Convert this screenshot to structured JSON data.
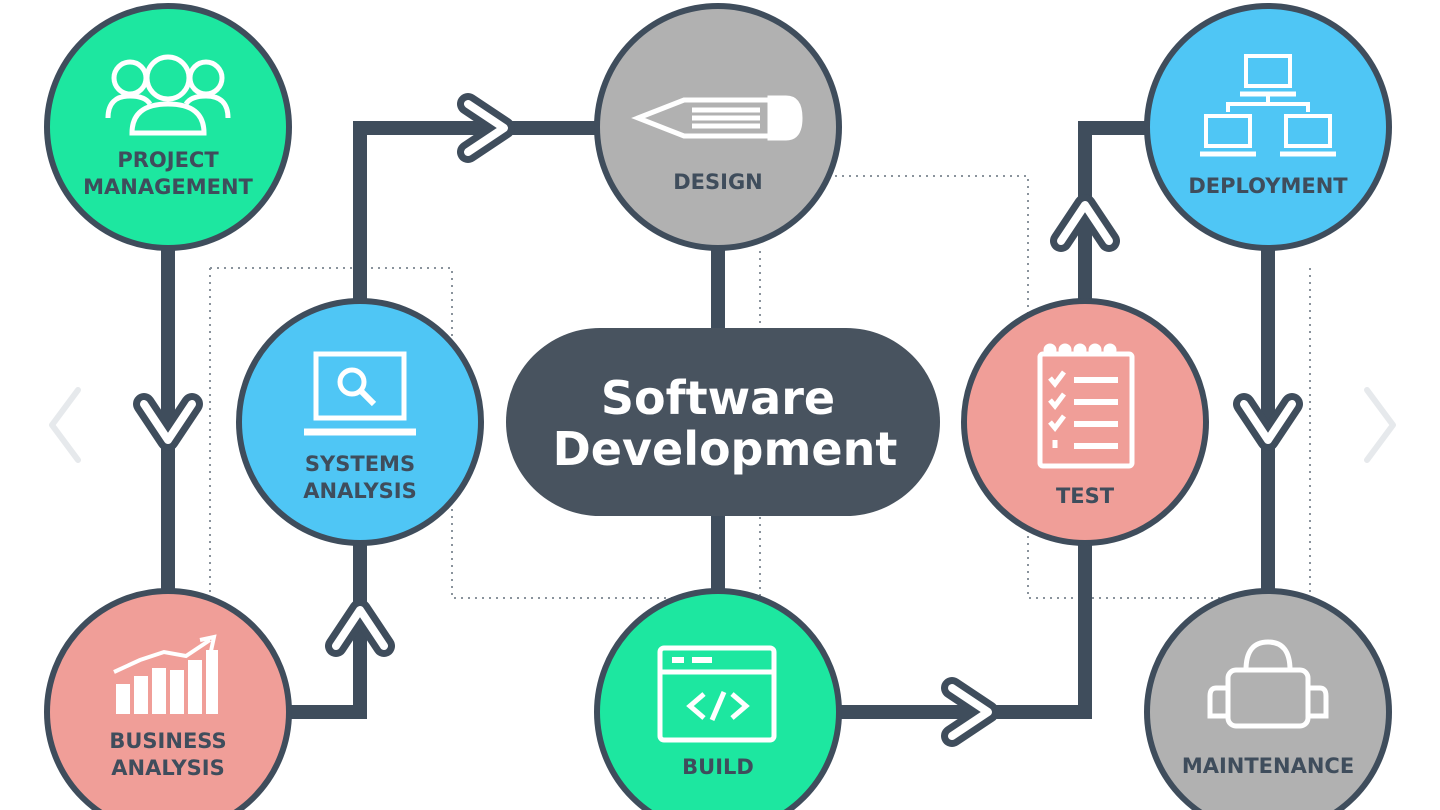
{
  "center": {
    "line1": "Software",
    "line2": "Development"
  },
  "nodes": {
    "project_management": {
      "line1": "PROJECT",
      "line2": "MANAGEMENT",
      "color": "#1de7a0"
    },
    "systems_analysis": {
      "line1": "SYSTEMS",
      "line2": "ANALYSIS",
      "color": "#4fc6f5"
    },
    "business_analysis": {
      "line1": "BUSINESS",
      "line2": "ANALYSIS",
      "color": "#f09e98"
    },
    "design": {
      "line1": "DESIGN",
      "color": "#b1b1b1"
    },
    "build": {
      "line1": "BUILD",
      "color": "#1de7a0"
    },
    "test": {
      "line1": "TEST",
      "color": "#f09e98"
    },
    "deployment": {
      "line1": "DEPLOYMENT",
      "color": "#4fc6f5"
    },
    "maintenance": {
      "line1": "MAINTENANCE",
      "color": "#b1b1b1"
    }
  },
  "icons": {
    "project_management": "people-icon",
    "systems_analysis": "magnifier-monitor-icon",
    "business_analysis": "bar-chart-icon",
    "design": "pencil-icon",
    "build": "code-window-icon",
    "test": "checklist-icon",
    "deployment": "network-icon",
    "maintenance": "toolbag-icon"
  },
  "colors": {
    "outline": "#3f4d5c",
    "center_fill": "#48535f",
    "dotted": "#8a939c"
  }
}
